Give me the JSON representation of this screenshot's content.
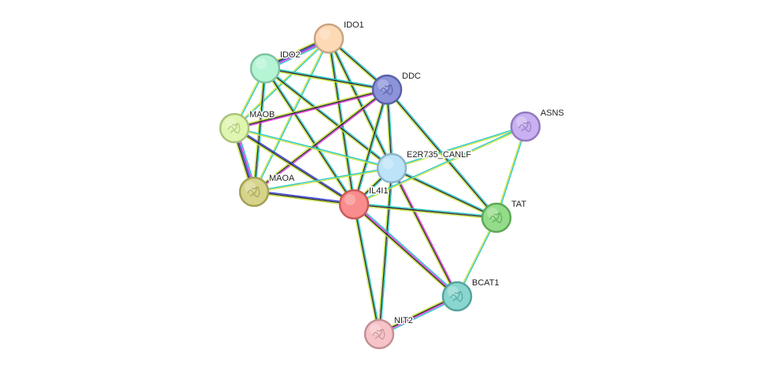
{
  "network": {
    "nodes": [
      {
        "id": "IDO1",
        "label": "IDO1",
        "fill": "#fdd9b5",
        "stroke": "#c9a482",
        "structure": false
      },
      {
        "id": "IDO2",
        "label": "IDO2",
        "fill": "#b5f5d5",
        "stroke": "#7fc29e",
        "structure": false
      },
      {
        "id": "DDC",
        "label": "DDC",
        "fill": "#8d93d8",
        "stroke": "#5a60a8",
        "structure": true
      },
      {
        "id": "MAOB",
        "label": "MAOB",
        "fill": "#dff5b0",
        "stroke": "#a9c27c",
        "structure": true
      },
      {
        "id": "ASNS",
        "label": "ASNS",
        "fill": "#c9b0f0",
        "stroke": "#9279c0",
        "structure": true
      },
      {
        "id": "E2R735",
        "label": "E2R735_CANLF",
        "fill": "#bde3f8",
        "stroke": "#8cb4cc",
        "structure": false
      },
      {
        "id": "MAOA",
        "label": "MAOA",
        "fill": "#d6d48a",
        "stroke": "#a3a155",
        "structure": true
      },
      {
        "id": "IL4I1",
        "label": "IL4I1",
        "fill": "#f98c8c",
        "stroke": "#c85a5a",
        "structure": false
      },
      {
        "id": "TAT",
        "label": "TAT",
        "fill": "#93dc8a",
        "stroke": "#5ea857",
        "structure": true
      },
      {
        "id": "BCAT1",
        "label": "BCAT1",
        "fill": "#88d6cf",
        "stroke": "#55a39c",
        "structure": true
      },
      {
        "id": "NIT2",
        "label": "NIT2",
        "fill": "#f6c3c8",
        "stroke": "#c39096",
        "structure": true
      }
    ],
    "edges": [
      {
        "source": "IDO1",
        "target": "IDO2",
        "colors": [
          "#1fc7c7",
          "#e032d8",
          "#2f3dd6",
          "#222222",
          "#c8e23a"
        ]
      },
      {
        "source": "IDO1",
        "target": "DDC",
        "colors": [
          "#1fc7c7",
          "#222222",
          "#c8e23a"
        ]
      },
      {
        "source": "IDO1",
        "target": "MAOB",
        "colors": [
          "#1fc7c7",
          "#c8e23a"
        ]
      },
      {
        "source": "IDO1",
        "target": "MAOA",
        "colors": [
          "#1fc7c7",
          "#c8e23a"
        ]
      },
      {
        "source": "IDO1",
        "target": "IL4I1",
        "colors": [
          "#1fc7c7",
          "#222222",
          "#c8e23a"
        ]
      },
      {
        "source": "IDO1",
        "target": "E2R735",
        "colors": [
          "#1fc7c7",
          "#222222",
          "#c8e23a"
        ]
      },
      {
        "source": "IDO2",
        "target": "DDC",
        "colors": [
          "#1fc7c7",
          "#222222",
          "#c8e23a"
        ]
      },
      {
        "source": "IDO2",
        "target": "MAOB",
        "colors": [
          "#1fc7c7",
          "#c8e23a"
        ]
      },
      {
        "source": "IDO2",
        "target": "MAOA",
        "colors": [
          "#1fc7c7",
          "#222222",
          "#c8e23a"
        ]
      },
      {
        "source": "IDO2",
        "target": "IL4I1",
        "colors": [
          "#1fc7c7",
          "#222222",
          "#c8e23a"
        ]
      },
      {
        "source": "IDO2",
        "target": "E2R735",
        "colors": [
          "#1fc7c7",
          "#222222",
          "#c8e23a"
        ]
      },
      {
        "source": "DDC",
        "target": "MAOB",
        "colors": [
          "#e032d8",
          "#222222",
          "#c8e23a"
        ]
      },
      {
        "source": "DDC",
        "target": "MAOA",
        "colors": [
          "#e032d8",
          "#222222",
          "#c8e23a"
        ]
      },
      {
        "source": "DDC",
        "target": "IL4I1",
        "colors": [
          "#1fc7c7",
          "#222222",
          "#c8e23a"
        ]
      },
      {
        "source": "DDC",
        "target": "E2R735",
        "colors": [
          "#1fc7c7",
          "#222222",
          "#c8e23a"
        ]
      },
      {
        "source": "DDC",
        "target": "TAT",
        "colors": [
          "#1fc7c7",
          "#222222",
          "#c8e23a"
        ]
      },
      {
        "source": "MAOB",
        "target": "MAOA",
        "colors": [
          "#1fc7c7",
          "#e032d8",
          "#2f3dd6",
          "#222222",
          "#c8e23a"
        ]
      },
      {
        "source": "MAOB",
        "target": "IL4I1",
        "colors": [
          "#2f3dd6",
          "#222222",
          "#c8e23a"
        ]
      },
      {
        "source": "MAOB",
        "target": "E2R735",
        "colors": [
          "#1fc7c7",
          "#c8e23a"
        ]
      },
      {
        "source": "MAOA",
        "target": "IL4I1",
        "colors": [
          "#2f3dd6",
          "#222222",
          "#c8e23a"
        ]
      },
      {
        "source": "MAOA",
        "target": "E2R735",
        "colors": [
          "#1fc7c7",
          "#c8e23a"
        ]
      },
      {
        "source": "E2R735",
        "target": "IL4I1",
        "colors": [
          "#1fc7c7",
          "#222222",
          "#c8e23a"
        ]
      },
      {
        "source": "E2R735",
        "target": "ASNS",
        "colors": [
          "#1fc7c7",
          "#c8e23a"
        ]
      },
      {
        "source": "E2R735",
        "target": "TAT",
        "colors": [
          "#1fc7c7",
          "#222222",
          "#c8e23a"
        ]
      },
      {
        "source": "E2R735",
        "target": "BCAT1",
        "colors": [
          "#e032d8",
          "#222222",
          "#c8e23a"
        ]
      },
      {
        "source": "E2R735",
        "target": "NIT2",
        "colors": [
          "#1fc7c7",
          "#222222",
          "#c8e23a"
        ]
      },
      {
        "source": "IL4I1",
        "target": "ASNS",
        "colors": [
          "#1fc7c7",
          "#c8e23a"
        ]
      },
      {
        "source": "IL4I1",
        "target": "TAT",
        "colors": [
          "#1fc7c7",
          "#222222",
          "#c8e23a"
        ]
      },
      {
        "source": "IL4I1",
        "target": "BCAT1",
        "colors": [
          "#1fc7c7",
          "#e032d8",
          "#222222",
          "#c8e23a"
        ]
      },
      {
        "source": "IL4I1",
        "target": "NIT2",
        "colors": [
          "#1fc7c7",
          "#222222",
          "#c8e23a"
        ]
      },
      {
        "source": "ASNS",
        "target": "TAT",
        "colors": [
          "#1fc7c7",
          "#c8e23a"
        ]
      },
      {
        "source": "TAT",
        "target": "BCAT1",
        "colors": [
          "#1fc7c7",
          "#c8e23a"
        ]
      },
      {
        "source": "BCAT1",
        "target": "NIT2",
        "colors": [
          "#1fc7c7",
          "#e032d8",
          "#222222",
          "#c8e23a"
        ]
      }
    ]
  }
}
